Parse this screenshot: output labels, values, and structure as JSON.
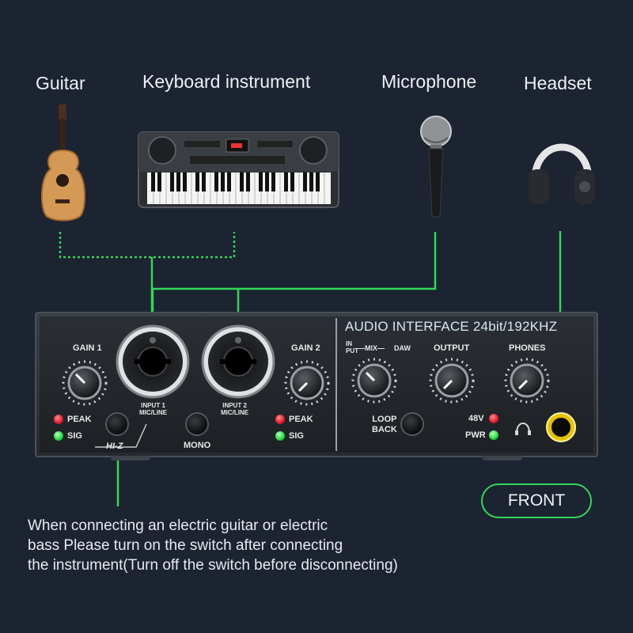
{
  "labels": {
    "guitar": "Guitar",
    "keyboard": "Keyboard instrument",
    "microphone": "Microphone",
    "headset": "Headset"
  },
  "device": {
    "title": "AUDIO INTERFACE 24bit/192KHZ",
    "gain1": "GAIN 1",
    "gain2": "GAIN 2",
    "input1_line1": "INPUT 1",
    "input1_line2": "MIC/LINE",
    "input2_line1": "INPUT 2",
    "input2_line2": "MIC/LINE",
    "peak": "PEAK",
    "sig": "SIG",
    "hiz": "HI-Z",
    "mono": "MONO",
    "in_put": "IN\nPUT",
    "mix": "—MIX—",
    "daw": "DAW",
    "output": "OUTPUT",
    "phones": "PHONES",
    "loop": "LOOP",
    "back": "BACK",
    "v48": "48V",
    "pwr": "PWR"
  },
  "note": {
    "line1": "When connecting an electric guitar or electric",
    "line2": "bass Please turn on the switch after connecting",
    "line3": "the instrument(Turn off the switch before disconnecting)"
  },
  "front_label": "FRONT",
  "colors": {
    "background": "#1c2331",
    "connector_line": "#33d65a",
    "peak_led": "#e21a2c",
    "sig_led": "#23d63f"
  }
}
